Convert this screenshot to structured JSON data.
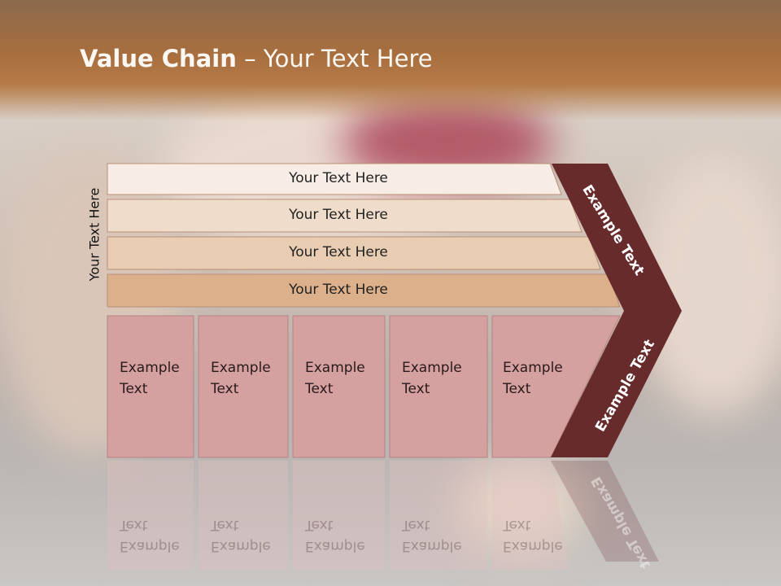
{
  "slide": {
    "title_bold": "Value Chain",
    "title_rest": " – Your Text Here",
    "side_label": "Your Text Here"
  },
  "bars": [
    {
      "label": "Your Text Here",
      "color": "#f7ede6"
    },
    {
      "label": "Your Text Here",
      "color": "#f0dccb"
    },
    {
      "label": "Your Text Here",
      "color": "#e9cdb3"
    },
    {
      "label": "Your Text Here",
      "color": "#dcb08a"
    }
  ],
  "boxes": [
    {
      "line1": "Example",
      "line2": "Text"
    },
    {
      "line1": "Example",
      "line2": "Text"
    },
    {
      "line1": "Example",
      "line2": "Text"
    },
    {
      "line1": "Example",
      "line2": "Text"
    },
    {
      "line1": "Example",
      "line2": "Text"
    }
  ],
  "chevron": {
    "upper_label": "Example Text",
    "lower_label": "Example Text",
    "color": "#672b2c"
  },
  "colors": {
    "box_fill": "#d4a0a0",
    "header": "#b07444",
    "title": "#fbf7f2"
  }
}
